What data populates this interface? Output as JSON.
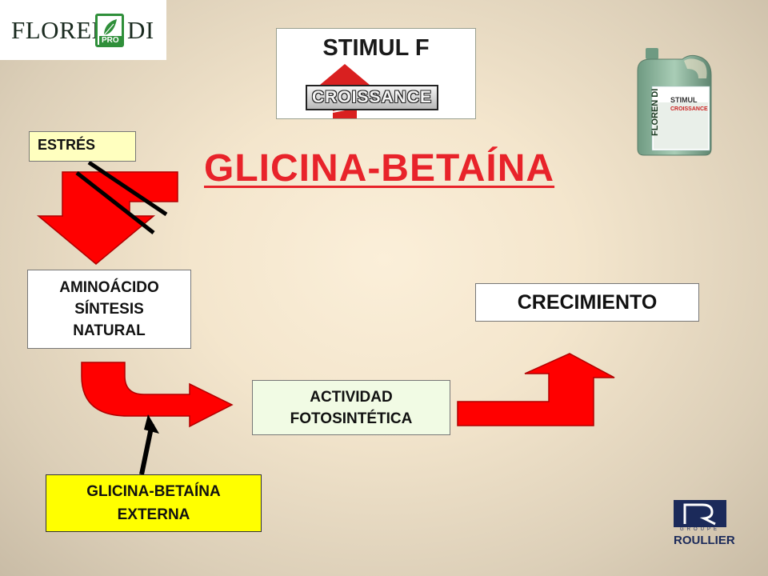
{
  "logo": {
    "left_text": "FLOREN",
    "right_text": "DI",
    "badge_text": "PRO"
  },
  "product": {
    "title": "STIMUL F",
    "banner": "CROISSANCE"
  },
  "jug": {
    "label_line1": "STIMUL",
    "label_line2": "CROISSANCE",
    "brand": "FLOREN DI"
  },
  "main_title": "GLICINA-BETAÍNA",
  "nodes": {
    "estres": "ESTRÉS",
    "amino": [
      "AMINOÁCIDO",
      "SÍNTESIS",
      "NATURAL"
    ],
    "actividad": [
      "ACTIVIDAD",
      "FOTOSINTÉTICA"
    ],
    "crecimiento": "CRECIMIENTO",
    "glicina_externa": [
      "GLICINA-BETAÍNA",
      "EXTERNA"
    ]
  },
  "roullier": {
    "word": "ROULLIER",
    "groupe": "GROUPE"
  },
  "colors": {
    "arrow_red": "#ff0000",
    "title_red": "#e8232a",
    "estres_fill": "#ffffbf",
    "glicina_externa_fill": "#ffff00",
    "actividad_fill": "#f1fbe4",
    "brand_green": "#2f8f3a"
  }
}
